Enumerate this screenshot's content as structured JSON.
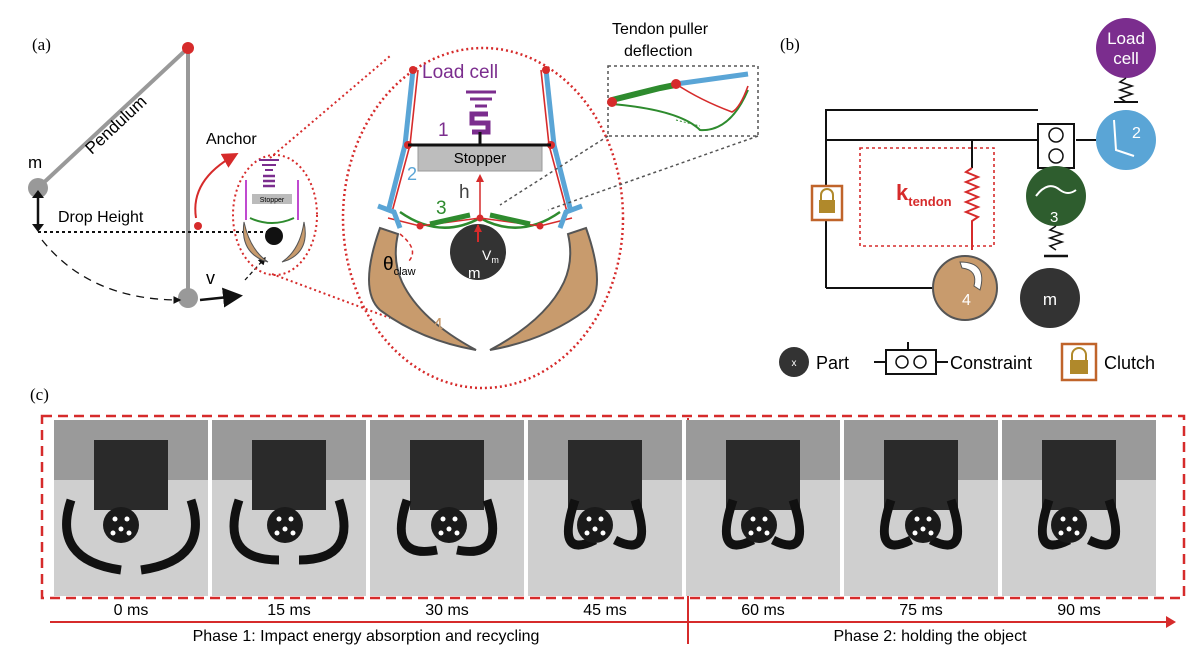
{
  "panel_a": {
    "label": "(a)",
    "pendulum": "Pendulum",
    "anchor": "Anchor",
    "stopper_small": "Stopper",
    "mass": "m",
    "drop_height": "Drop Height",
    "velocity": "v",
    "load_cell": "Load cell",
    "stopper": "Stopper",
    "h": "h",
    "theta": "θ",
    "theta_sub": "claw",
    "vm": "V",
    "vm_sub": "m",
    "ball_m": "m",
    "num1": "1",
    "num2": "2",
    "num3": "3",
    "num4": "4",
    "tendon_title_1": "Tendon puller",
    "tendon_title_2": "deflection"
  },
  "panel_b": {
    "label": "(b)",
    "load_1": "Load",
    "load_2": "cell",
    "k": "k",
    "k_sub": "tendon",
    "n2": "2",
    "n3": "3",
    "n4": "4",
    "m": "m",
    "legend_x": "x",
    "legend_part": "Part",
    "legend_constraint": "Constraint",
    "legend_clutch": "Clutch"
  },
  "panel_c": {
    "label": "(c)",
    "frames": [
      "0 ms",
      "15 ms",
      "30 ms",
      "45 ms",
      "60 ms",
      "75 ms",
      "90 ms"
    ],
    "phase1": "Phase 1: Impact energy absorption and recycling",
    "phase2": "Phase 2: holding the object"
  },
  "colors": {
    "red": "#d62b2b",
    "purple": "#7b2d8e",
    "blue": "#5aa5d6",
    "green": "#2e5d2e",
    "tan": "#c89b6d",
    "dark": "#333333"
  }
}
